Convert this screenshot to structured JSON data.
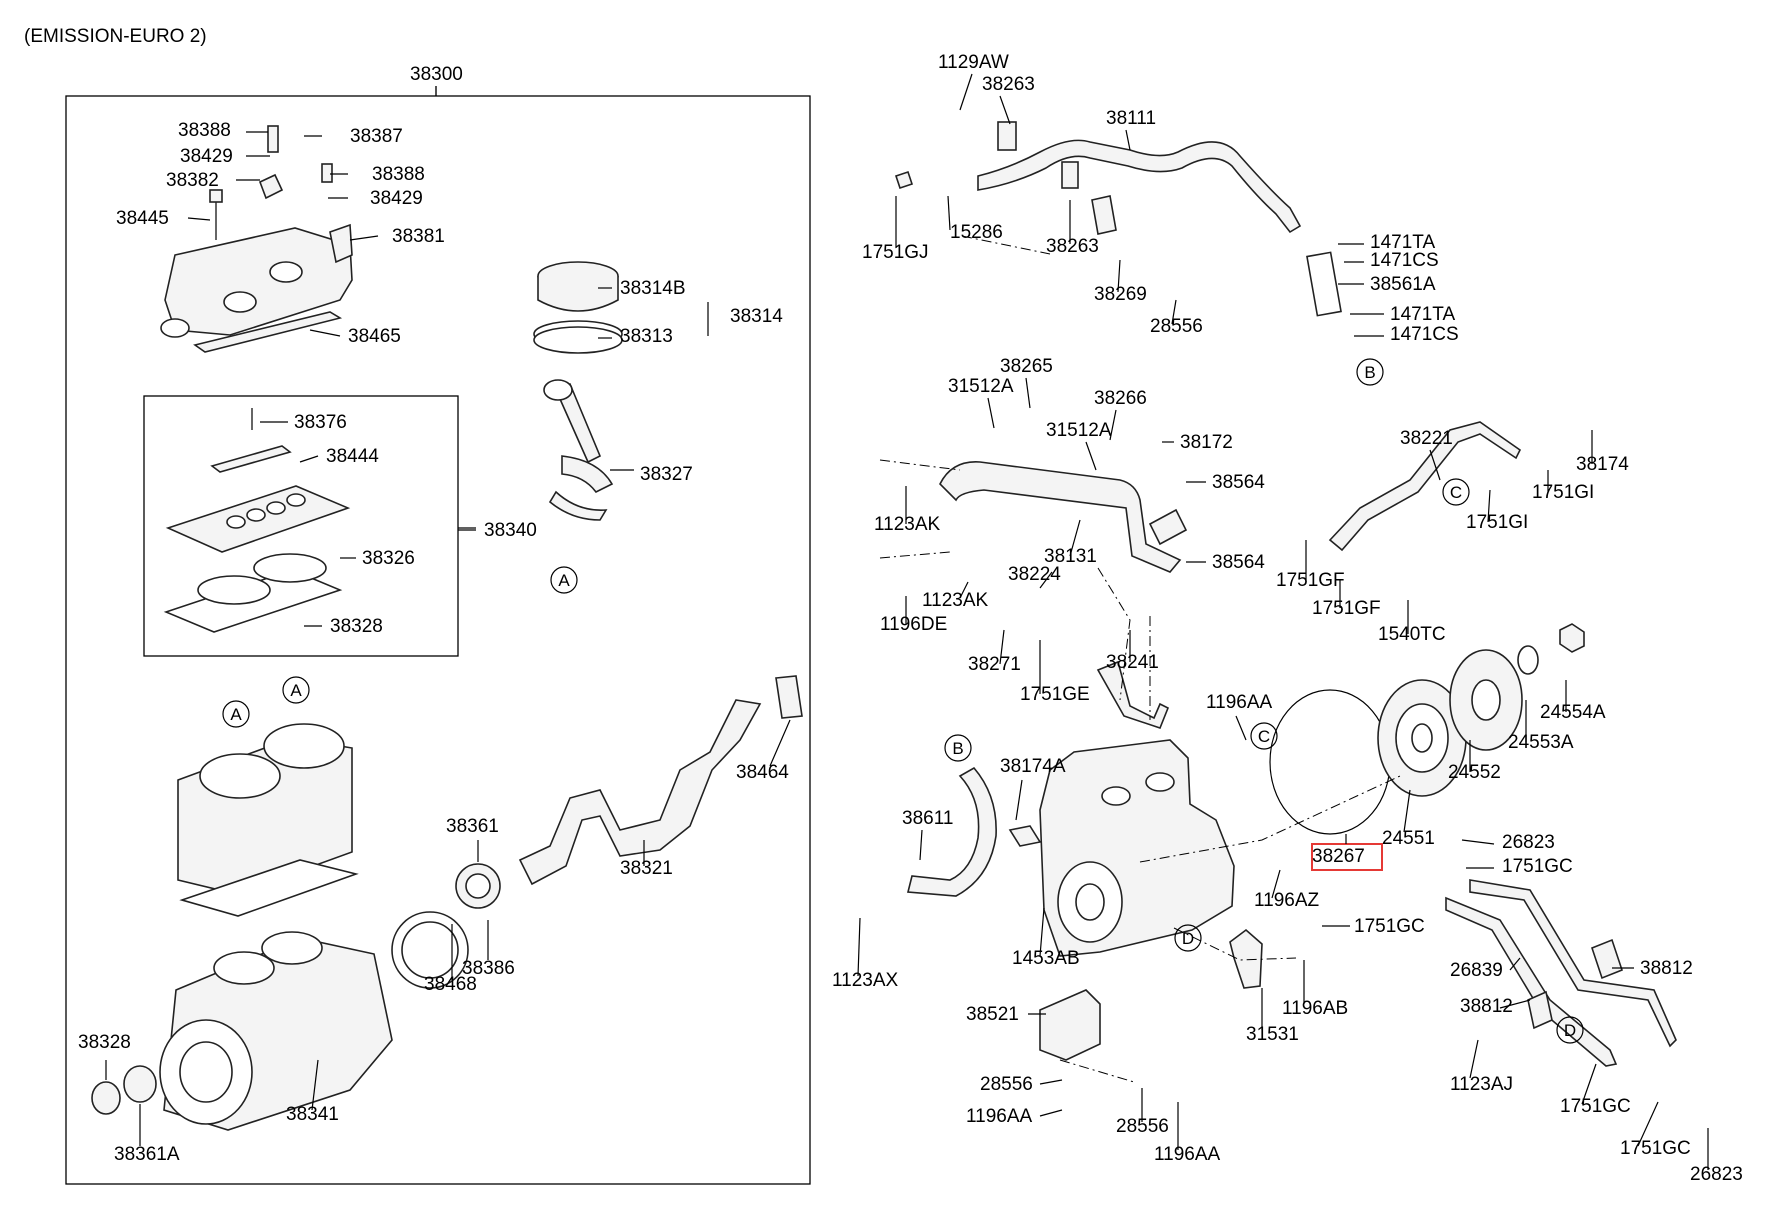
{
  "header": {
    "note": "(EMISSION-EURO 2)"
  },
  "callout_letters": [
    "A",
    "B",
    "C",
    "D"
  ],
  "labels": [
    "38300",
    "38388",
    "38387",
    "38429",
    "38382",
    "38388",
    "38429",
    "38445",
    "38381",
    "38314B",
    "38314",
    "38313",
    "38465",
    "38376",
    "38444",
    "38327",
    "38340",
    "38326",
    "38328",
    "38464",
    "38361",
    "38321",
    "38386",
    "38468",
    "38328",
    "38341",
    "38361A",
    "1129AW",
    "38263",
    "38111",
    "1751GJ",
    "15286",
    "38263",
    "1471TA",
    "1471CS",
    "38561A",
    "38269",
    "28556",
    "1471TA",
    "1471CS",
    "38265",
    "31512A",
    "38266",
    "31512A",
    "38172",
    "38564",
    "1123AK",
    "38131",
    "38564",
    "38221",
    "38174",
    "1751GI",
    "1751GI",
    "1751GF",
    "1751GF",
    "1540TC",
    "1196DE",
    "1123AK",
    "38224",
    "38271",
    "1751GE",
    "38241",
    "24554A",
    "24553A",
    "24552",
    "24551",
    "1196AA",
    "38174A",
    "38611",
    "38267",
    "26823",
    "1751GC",
    "1196AZ",
    "1751GC",
    "1123AX",
    "1453AB",
    "1196AB",
    "31531",
    "38812",
    "26839",
    "38812",
    "38521",
    "28556",
    "1196AA",
    "28556",
    "1196AA",
    "1123AJ",
    "1751GC",
    "1751GC",
    "26823"
  ],
  "highlight": {
    "label": "38267",
    "color": "#e53935"
  }
}
